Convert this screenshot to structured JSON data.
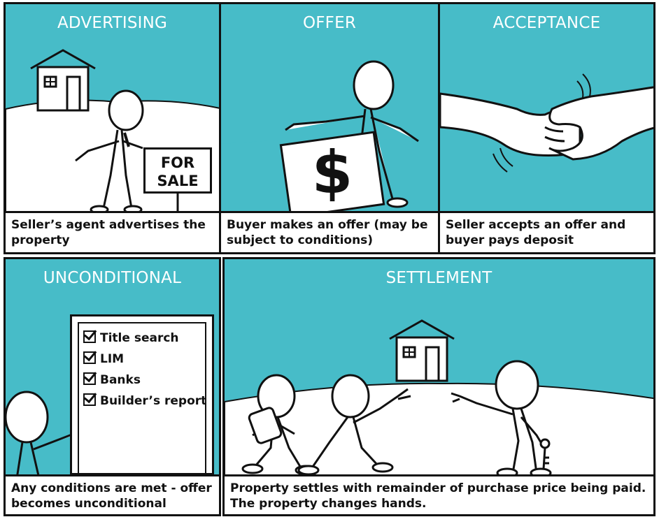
{
  "panels": {
    "advertising": {
      "title": "ADVERTISING",
      "caption": "Seller’s agent advertises the property",
      "sign": "FOR SALE"
    },
    "offer": {
      "title": "OFFER",
      "caption": "Buyer makes an offer (may be subject to conditions)",
      "symbol": "$"
    },
    "acceptance": {
      "title": "ACCEPTANCE",
      "caption": "Seller accepts an offer and buyer pays deposit"
    },
    "unconditional": {
      "title": "UNCONDITIONAL",
      "caption": "Any conditions are met - offer becomes unconditional",
      "checklist": [
        "Title search",
        "LIM",
        "Banks",
        "Builder’s report"
      ]
    },
    "settlement": {
      "title": "SETTLEMENT",
      "caption": "Property settles with remainder of purchase price being paid. The property changes hands."
    }
  },
  "colors": {
    "panel_bg": "#47bcc8",
    "ground": "#ffffff",
    "outline": "#111111"
  }
}
